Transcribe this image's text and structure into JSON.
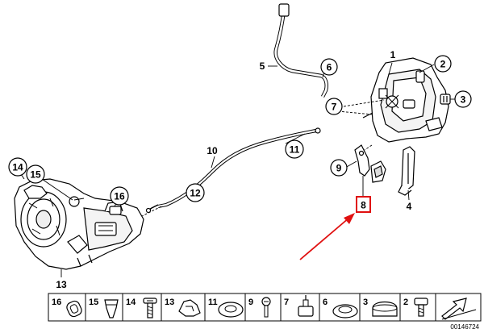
{
  "diagram": {
    "callouts": [
      {
        "id": "c1",
        "label": "1"
      },
      {
        "id": "c2",
        "label": "2"
      },
      {
        "id": "c3",
        "label": "3"
      },
      {
        "id": "c4",
        "label": "4"
      },
      {
        "id": "c5",
        "label": "5"
      },
      {
        "id": "c6",
        "label": "6"
      },
      {
        "id": "c7",
        "label": "7"
      },
      {
        "id": "c8",
        "label": "8"
      },
      {
        "id": "c9",
        "label": "9"
      },
      {
        "id": "c10",
        "label": "10"
      },
      {
        "id": "c11",
        "label": "11"
      },
      {
        "id": "c12",
        "label": "12"
      },
      {
        "id": "c13",
        "label": "13"
      },
      {
        "id": "c14",
        "label": "14"
      },
      {
        "id": "c15",
        "label": "15"
      },
      {
        "id": "c16",
        "label": "16"
      }
    ],
    "highlight_color": "#e01010",
    "line_color": "#000000"
  },
  "parts_strip": {
    "items": [
      {
        "label": "16"
      },
      {
        "label": "15"
      },
      {
        "label": "14"
      },
      {
        "label": "13"
      },
      {
        "label": "11"
      },
      {
        "label": "9"
      },
      {
        "label": "7"
      },
      {
        "label": "6"
      },
      {
        "label": "3"
      },
      {
        "label": "2"
      }
    ]
  },
  "reference_number": "00146724"
}
